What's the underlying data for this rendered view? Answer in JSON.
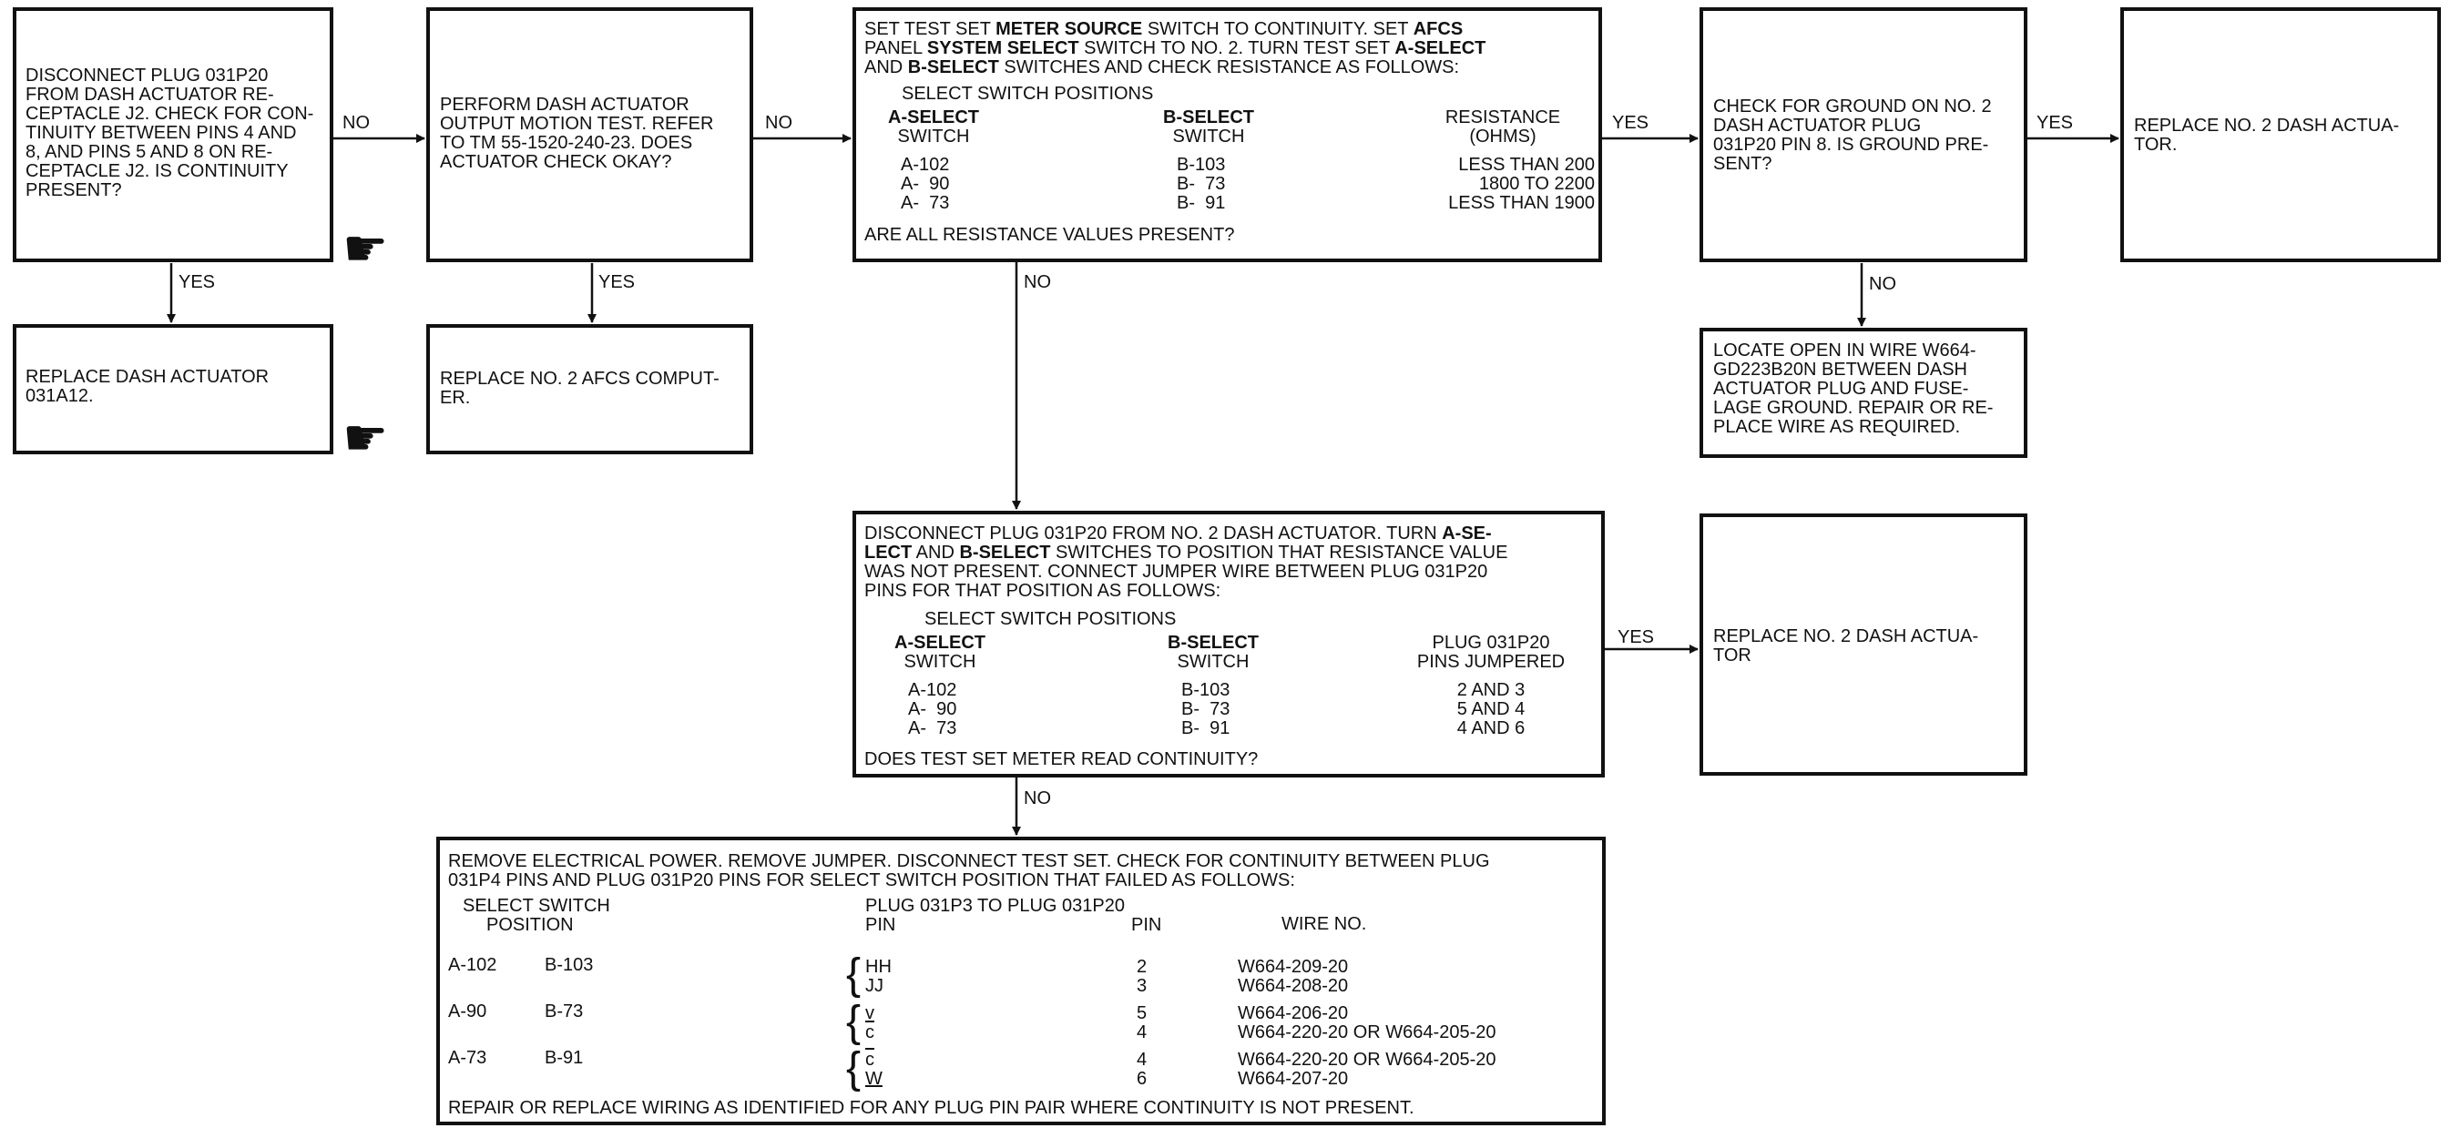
{
  "boxes": {
    "b1": "DISCONNECT PLUG 031P20\nFROM DASH ACTUATOR RE-\nCEPTACLE J2. CHECK FOR CON-\nTINUITY BETWEEN PINS 4 AND\n8, AND PINS 5 AND 8 ON RE-\nCEPTACLE J2. IS CONTINUITY\nPRESENT?",
    "b2": "PERFORM DASH ACTUATOR\nOUTPUT MOTION TEST. REFER\nTO TM 55-1520-240-23. DOES\nACTUATOR CHECK OKAY?",
    "b4": "CHECK FOR GROUND ON NO. 2\nDASH ACTUATOR PLUG\n031P20 PIN 8. IS GROUND PRE-\nSENT?",
    "b5": "REPLACE NO. 2 DASH ACTUA-\nTOR.",
    "b6": "REPLACE DASH ACTUATOR\n031A12.",
    "b7": "REPLACE NO. 2 AFCS COMPUT-\nER.",
    "b8": "LOCATE OPEN IN WIRE W664-\nGD223B20N BETWEEN DASH\nACTUATOR PLUG AND FUSE-\nLAGE GROUND. REPAIR OR RE-\nPLACE WIRE AS REQUIRED.",
    "b10": "REPLACE NO. 2 DASH ACTUA-\nTOR"
  },
  "box3": {
    "l1a": "SET TEST SET ",
    "l1b": "METER SOURCE",
    "l1c": " SWITCH TO CONTINUITY. SET ",
    "l1d": "AFCS",
    "l2a": "PANEL ",
    "l2b": "SYSTEM SELECT",
    "l2c": " SWITCH TO NO. 2. TURN TEST SET ",
    "l2d": "A-SELECT",
    "l3a": "AND ",
    "l3b": "B-SELECT",
    "l3c": " SWITCHES AND CHECK RESISTANCE AS FOLLOWS:",
    "heading": "SELECT SWITCH POSITIONS",
    "col_a": "A-SELECT",
    "col_a2": "SWITCH",
    "col_b": "B-SELECT",
    "col_b2": "SWITCH",
    "col_c": "RESISTANCE",
    "col_c2": "(OHMS)",
    "rows": [
      {
        "a": "A-102",
        "b": "B-103",
        "c": "LESS THAN 200"
      },
      {
        "a": "A-  90",
        "b": "B-  73",
        "c": "1800 TO 2200"
      },
      {
        "a": "A-  73",
        "b": "B-  91",
        "c": "LESS THAN 1900"
      }
    ],
    "question": "ARE ALL RESISTANCE VALUES PRESENT?"
  },
  "box9": {
    "l1a": "DISCONNECT PLUG 031P20 FROM NO. 2 DASH ACTUATOR. TURN ",
    "l1b": "A-SE-",
    "l2a": "LECT",
    "l2b": " AND ",
    "l2c": "B-SELECT",
    "l2d": " SWITCHES TO POSITION THAT RESISTANCE VALUE",
    "l3": "WAS NOT PRESENT. CONNECT JUMPER WIRE BETWEEN PLUG 031P20",
    "l4": "PINS FOR THAT POSITION AS FOLLOWS:",
    "heading": "SELECT SWITCH POSITIONS",
    "col_a": "A-SELECT",
    "col_a2": "SWITCH",
    "col_b": "B-SELECT",
    "col_b2": "SWITCH",
    "col_c": "PLUG 031P20",
    "col_c2": "PINS JUMPERED",
    "rows": [
      {
        "a": "A-102",
        "b": "B-103",
        "c": "2 AND 3"
      },
      {
        "a": "A-  90",
        "b": "B-  73",
        "c": "5 AND 4"
      },
      {
        "a": "A-  73",
        "b": "B-  91",
        "c": "4 AND 6"
      }
    ],
    "question": "DOES TEST SET METER READ CONTINUITY?"
  },
  "box11": {
    "l1": "REMOVE ELECTRICAL POWER. REMOVE JUMPER. DISCONNECT TEST SET. CHECK FOR CONTINUITY BETWEEN PLUG",
    "l2": "031P4 PINS AND PLUG 031P20 PINS FOR SELECT SWITCH POSITION THAT FAILED AS FOLLOWS:",
    "h_sel1": "SELECT SWITCH",
    "h_sel2": "POSITION",
    "h_plug1": "PLUG 031P3 TO PLUG 031P20",
    "h_pin_l": "PIN",
    "h_pin_r": "PIN",
    "h_wire": "WIRE NO.",
    "groups": [
      {
        "a": "A-102",
        "b": "B-103",
        "pins": [
          {
            "p3": "HH",
            "p20": "2",
            "wire": "W664-209-20"
          },
          {
            "p3": "JJ",
            "p20": "3",
            "wire": "W664-208-20"
          }
        ]
      },
      {
        "a": "A-90",
        "b": "B-73",
        "pins": [
          {
            "p3": "v",
            "p20": "5",
            "wire": "W664-206-20"
          },
          {
            "p3": "c",
            "p20": "4",
            "wire": "W664-220-20 OR W664-205-20"
          }
        ]
      },
      {
        "a": "A-73",
        "b": "B-91",
        "pins": [
          {
            "p3": "c",
            "p20": "4",
            "wire": "W664-220-20 OR W664-205-20"
          },
          {
            "p3": "W",
            "p20": "6",
            "wire": "W664-207-20"
          }
        ]
      }
    ],
    "footer": "REPAIR OR REPLACE WIRING AS IDENTIFIED FOR ANY PLUG PIN PAIR WHERE CONTINUITY IS NOT PRESENT."
  },
  "labels": {
    "no1": "NO",
    "no2": "NO",
    "yes3": "YES",
    "yes4": "YES",
    "yes1": "YES",
    "yes2": "YES",
    "no3": "NO",
    "no4": "NO",
    "yes9": "YES",
    "no9": "NO"
  },
  "icons": {
    "hand": "pointing-hand-icon"
  }
}
